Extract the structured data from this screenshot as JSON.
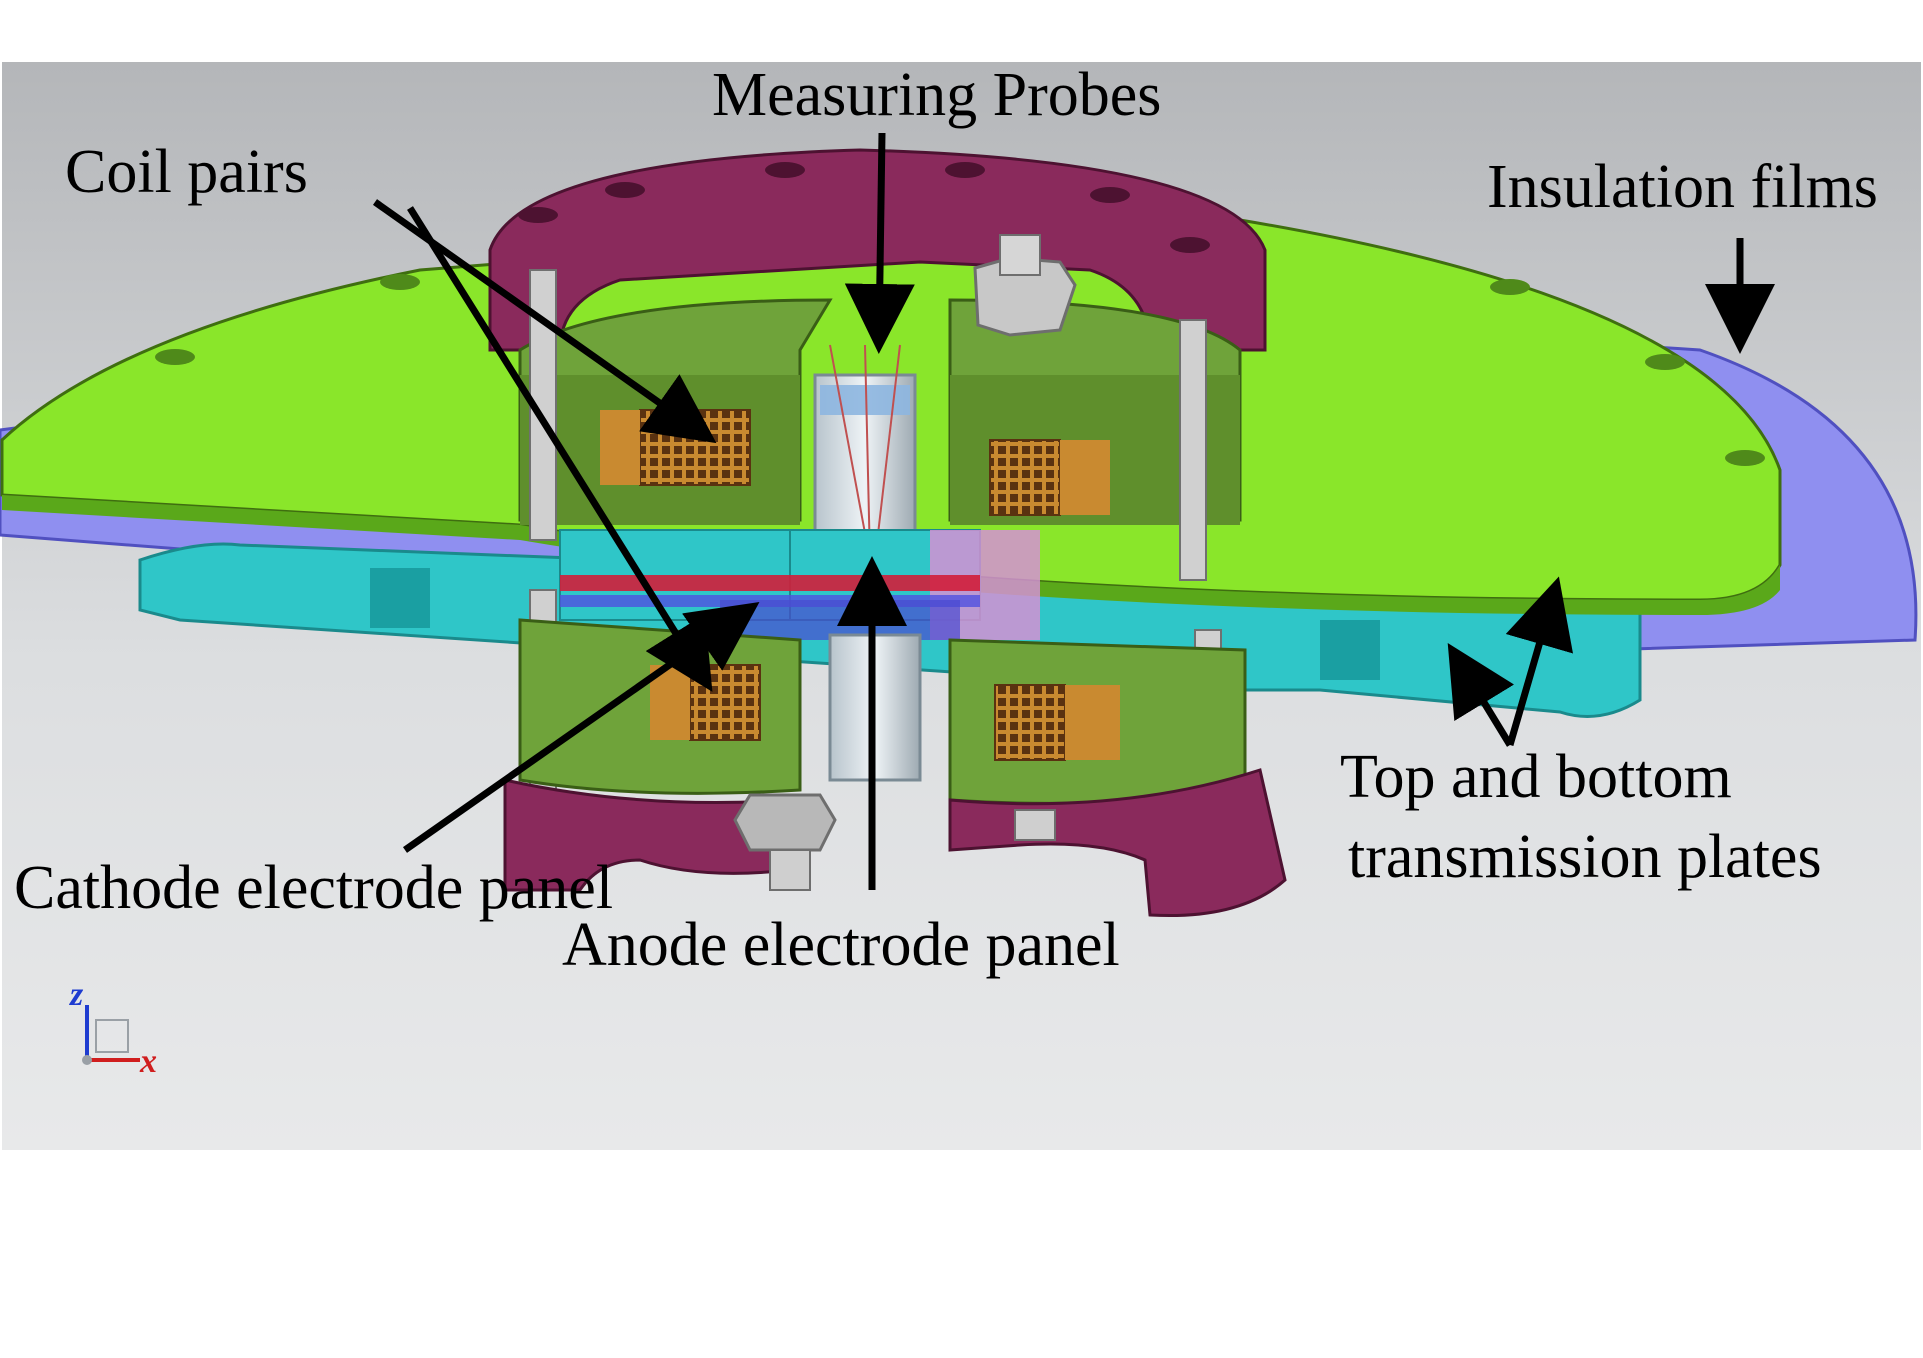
{
  "labels": {
    "measuring_probes": "Measuring Probes",
    "coil_pairs": "Coil pairs",
    "insulation_films": "Insulation films",
    "cathode_panel": "Cathode electrode panel",
    "anode_panel": "Anode electrode panel",
    "transmission_line1": "Top and bottom",
    "transmission_line2": "transmission plates"
  },
  "axes": {
    "z": "z",
    "x": "x"
  },
  "colors": {
    "plate_green": "#8ae62a",
    "plate_dark": "#4f8a1a",
    "flange_magenta": "#8a2a5c",
    "film_blue": "#8f8ff0",
    "cyan_part": "#2fc6c8",
    "coil_orange": "#c98a30"
  }
}
